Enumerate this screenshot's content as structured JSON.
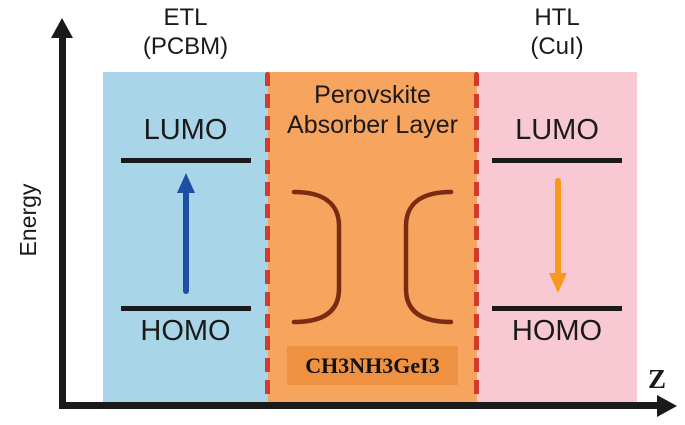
{
  "axes": {
    "y_label": "Energy",
    "x_label": "Z",
    "color": "#1a1a1a"
  },
  "etl": {
    "header_line1": "ETL",
    "header_line2": "(PCBM)",
    "lumo": "LUMO",
    "homo": "HOMO",
    "fill_color": "#a9d5e8",
    "arrow_color": "#1d4fa3",
    "arrow_direction": "up"
  },
  "perovskite": {
    "header_line1": "Perovskite",
    "header_line2": "Absorber Layer",
    "material": "CH3NH3GeI3",
    "fill_color": "#f7a45e",
    "material_box_color": "#ee9140",
    "boundary_color": "#d23b2b",
    "band_bending_color": "#7b2b12"
  },
  "htl": {
    "header_line1": "HTL",
    "header_line2": "(CuI)",
    "lumo": "LUMO",
    "homo": "HOMO",
    "fill_color": "#f9c9d3",
    "arrow_color": "#f8991d",
    "arrow_direction": "down"
  }
}
